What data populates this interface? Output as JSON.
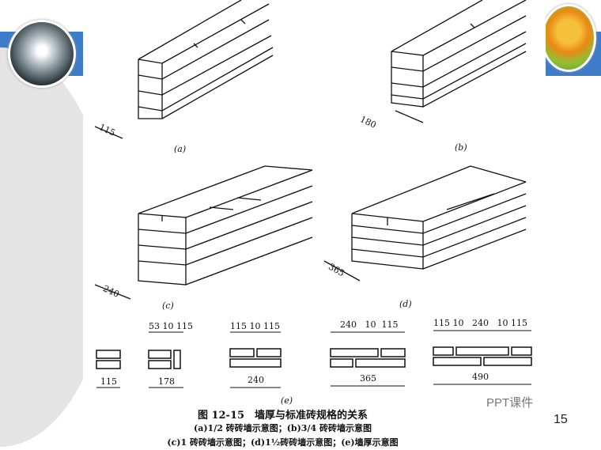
{
  "slide": {
    "page_number": "15",
    "watermark": "PPT课件"
  },
  "figure": {
    "panels": [
      {
        "label": "(a)",
        "thickness": "115"
      },
      {
        "label": "(b)",
        "thickness": "180"
      },
      {
        "label": "(c)",
        "thickness": "240"
      },
      {
        "label": "(d)",
        "thickness": "365"
      }
    ],
    "sections": {
      "label": "(e)",
      "items": [
        {
          "top": "",
          "bottom": "115"
        },
        {
          "top": "53 10 115",
          "bottom": "178"
        },
        {
          "top": "115 10 115",
          "bottom": "240"
        },
        {
          "top": "240   10  115",
          "bottom": "365"
        },
        {
          "top": "115 10   240   10 115",
          "bottom": "490"
        }
      ]
    },
    "caption": {
      "title": "图 12-15　墙厚与标准砖规格的关系",
      "line1": "(a)1/2 砖砖墙示意图；(b)3/4 砖砖墙示意图",
      "line2": "(c)1 砖砖墙示意图；(d)1½砖砖墙示意图；(e)墙厚示意图"
    }
  },
  "colors": {
    "band": "#3d7cc9",
    "arc": "#e4e4e4"
  }
}
